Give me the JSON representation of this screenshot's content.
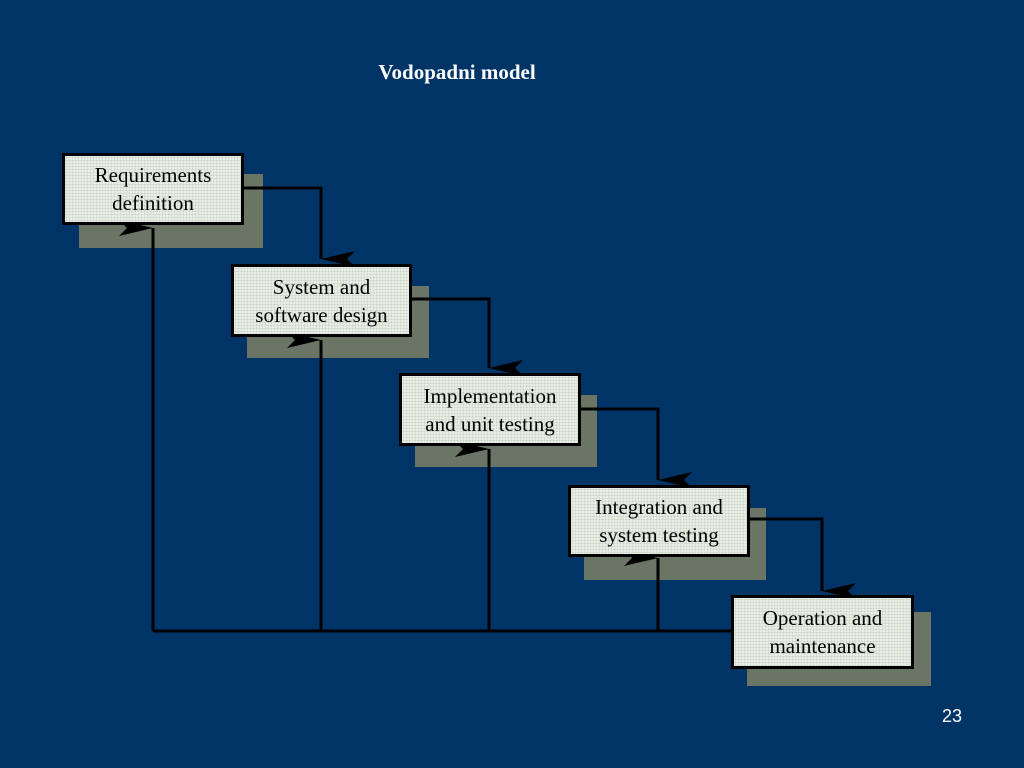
{
  "slide": {
    "title": "Vodopadni model",
    "page_number": "23"
  },
  "diagram": {
    "stages": [
      {
        "line1": "Requirements",
        "line2": "definition"
      },
      {
        "line1": "System and",
        "line2": "software design"
      },
      {
        "line1": "Implementation",
        "line2": "and unit testing"
      },
      {
        "line1": "Integration and",
        "line2": "system testing"
      },
      {
        "line1": "Operation and",
        "line2": "maintenance"
      }
    ]
  },
  "colors": {
    "background": "#003366",
    "box_fill": "#e9efe6",
    "box_shadow": "#6b7565",
    "arrow": "#000000"
  }
}
